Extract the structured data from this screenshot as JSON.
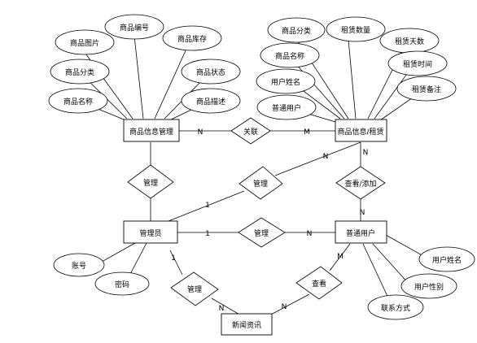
{
  "entities": {
    "product_info_mgmt": "商品信息管理",
    "product_rental": "商品信息/租赁",
    "admin": "管理员",
    "user": "普通用户",
    "news": "新闻资讯"
  },
  "relationships": {
    "link": "关联",
    "manage_left": "管理",
    "manage_mid": "管理",
    "manage_center": "管理",
    "view_add": "查看/添加",
    "manage_bottom": "管理",
    "view": "查看"
  },
  "attributes": {
    "product_info_mgmt": [
      "商品图片",
      "商品编号",
      "商品库存",
      "商品分类",
      "商品状态",
      "商品名称",
      "商品描述"
    ],
    "product_rental": [
      "商品分类",
      "租赁数量",
      "租赁天数",
      "商品名称",
      "租赁时间",
      "用户姓名",
      "租赁备注",
      "普通用户"
    ],
    "admin": [
      "账号",
      "密码"
    ],
    "user": [
      "用户姓名",
      "用户性别",
      "联系方式"
    ]
  },
  "cardinalities": {
    "link_left": "N",
    "link_right": "M",
    "mid_admin": "1",
    "mid_rental": "N",
    "rental_top": "N",
    "user_top": "N",
    "center_admin": "1",
    "center_user": "N",
    "bottom_admin": "1",
    "news_left": "N",
    "news_right": "N",
    "user_view": "M"
  }
}
